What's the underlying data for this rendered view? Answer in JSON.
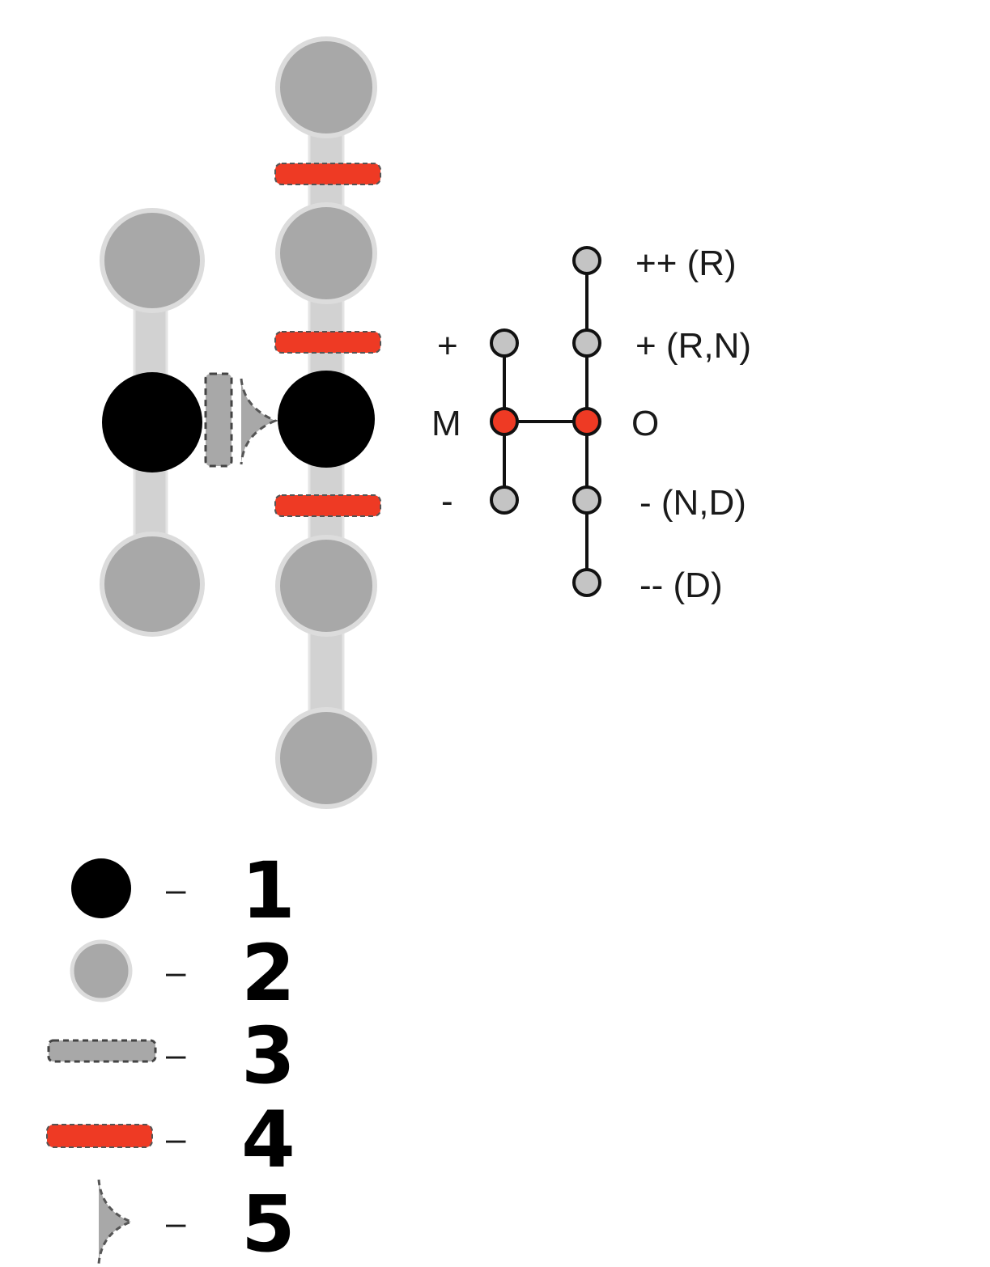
{
  "colors": {
    "black_node": "#000000",
    "gray_node": "#a8a8a8",
    "gray_node_ring": "#dcdcdc",
    "red_bar": "#ee3a24",
    "connector": "#d2d2d2",
    "small_node_gray": "#c4c4c4",
    "small_node_red": "#ee3a24"
  },
  "state_labels": {
    "m_plus": "+",
    "m_center": "M",
    "m_minus": "-",
    "o_plus_plus": "++ (R)",
    "o_plus": "+ (R,N)",
    "o_center": "O",
    "o_minus": "- (N,D)",
    "o_minus_minus": "-- (D)"
  },
  "legend": {
    "dash": "–",
    "items": [
      {
        "number": "1",
        "icon": "black-circle-icon"
      },
      {
        "number": "2",
        "icon": "gray-circle-icon"
      },
      {
        "number": "3",
        "icon": "gray-dashed-bar-icon"
      },
      {
        "number": "4",
        "icon": "red-bar-icon"
      },
      {
        "number": "5",
        "icon": "gray-arrowhead-icon"
      }
    ]
  }
}
